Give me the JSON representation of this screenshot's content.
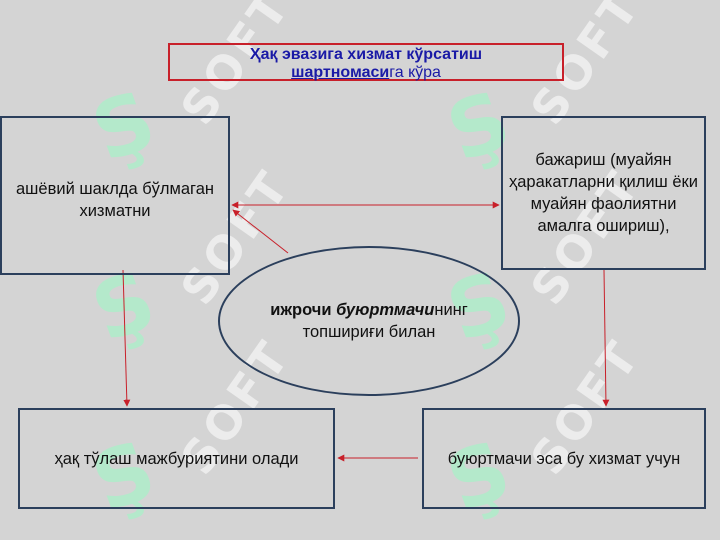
{
  "title": {
    "line1": "Ҳақ эвазига хизмат кўрсатиш",
    "line2_bold": "шартномаси",
    "line2_rest": "га кўра"
  },
  "boxes": {
    "top_left": "ашёвий шаклда бўлмаган хизматни",
    "top_right": "бажариш (муайян ҳаракатларни қилиш ёки муайян фаолиятни амалга ошириш),",
    "bottom_left": "ҳақ тўлаш мажбуриятини олади",
    "bottom_right": "буюртмачи эса бу хизмат учун"
  },
  "center": {
    "word1": "ижрочи",
    "word2": "буюртмачи",
    "suffix": "нинг",
    "line2": "топшириғи билан"
  },
  "watermark": {
    "text": "SOFT",
    "mark": "Ş"
  },
  "colors": {
    "background": "#d4d4d4",
    "title_text": "#1a1aa6",
    "title_border": "#c8202a",
    "box_border": "#2b3f5c",
    "arrow": "#c8202a"
  }
}
